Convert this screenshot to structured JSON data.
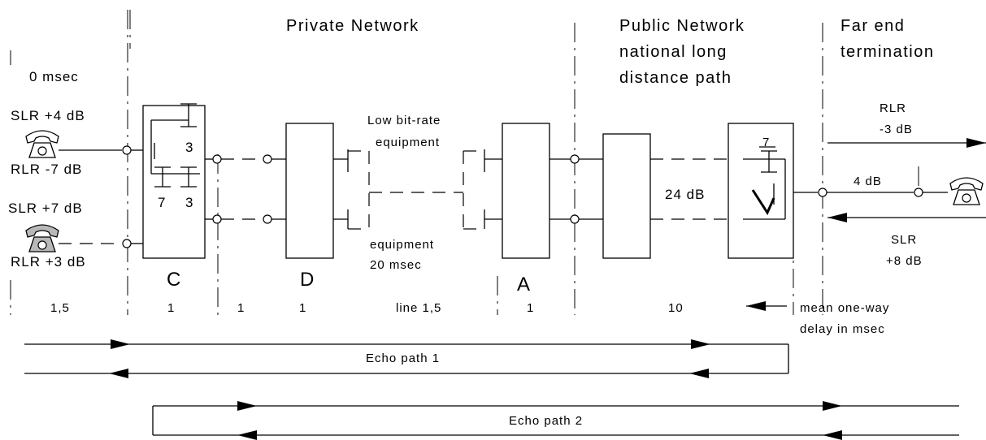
{
  "sections": {
    "private_network": "Private Network",
    "public_network": [
      "Public Network",
      "national long",
      "distance path"
    ],
    "far_end": [
      "Far end",
      "termination"
    ]
  },
  "left": {
    "delay_0": "0 msec",
    "phone1_slr": "SLR +4 dB",
    "phone1_rlr": "RLR -7 dB",
    "phone2_slr": "SLR +7 dB",
    "phone2_rlr": "RLR +3 dB"
  },
  "blocks": {
    "c_label": "C",
    "c_num_top": "3",
    "c_num_left": "7",
    "c_num_right": "3",
    "d_label": "D",
    "a_label": "A",
    "lbr_top": [
      "Low bit-rate",
      "equipment"
    ],
    "lbr_bottom": [
      "equipment",
      "20 msec"
    ],
    "public_loss": "24 dB",
    "hybrid_num": "7"
  },
  "far_end": {
    "rlr_label": "RLR",
    "rlr_value": "-3 dB",
    "line_loss": "4 dB",
    "slr_label": "SLR",
    "slr_value": "+8 dB"
  },
  "delays": {
    "d1": "1,5",
    "d2": "1",
    "d3": "1",
    "d4": "1",
    "d5": "line 1,5",
    "d6": "1",
    "d7": "10",
    "caption": [
      "mean one-way",
      "delay in msec"
    ]
  },
  "echo": {
    "path1": "Echo path 1",
    "path2": "Echo path 2"
  },
  "icons": [
    "telephone-icon",
    "telephone-icon",
    "telephone-icon",
    "arrow-left-icon",
    "down-arrow-icon"
  ]
}
